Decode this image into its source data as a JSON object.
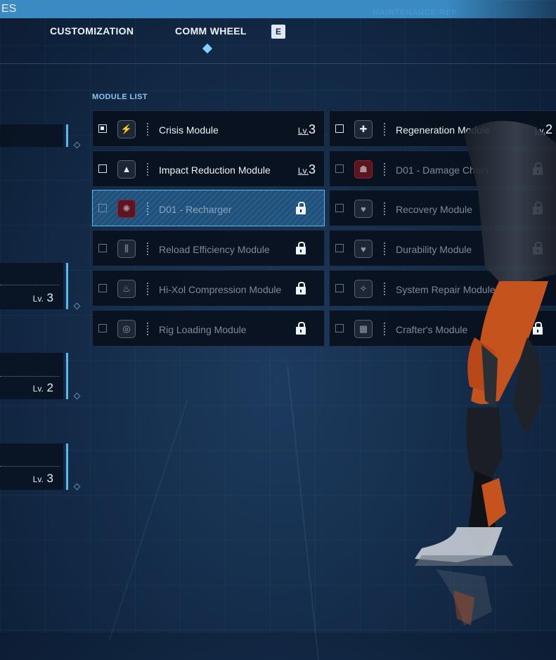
{
  "nav": {
    "active_tab_label": "ES",
    "tabs": [
      {
        "label": "CUSTOMIZATION"
      },
      {
        "label": "COMM WHEEL"
      }
    ],
    "key_hint": "E",
    "watermark": "MAINTENANCE REP"
  },
  "slots": [
    {
      "level_prefix": "Lv.",
      "level": "3"
    },
    {
      "level_prefix": "Lv.",
      "level": "2"
    },
    {
      "level_prefix": "Lv.",
      "level": "3"
    }
  ],
  "module_list": {
    "title": "MODULE LIST",
    "left_column": [
      {
        "name": "Crisis Module",
        "icon": "crisis-icon",
        "checked": true,
        "level_prefix": "Lv.",
        "level": "3",
        "locked": false
      },
      {
        "name": "Impact Reduction Module",
        "icon": "shield-icon",
        "checked": false,
        "level_prefix": "Lv.",
        "level": "3",
        "locked": false
      },
      {
        "name": "D01 - Recharger",
        "icon": "recharger-icon",
        "checked": false,
        "locked": true,
        "selected": true
      },
      {
        "name": "Reload Efficiency Module",
        "icon": "ammo-icon",
        "checked": false,
        "locked": true
      },
      {
        "name": "Hi-Xol Compression Module",
        "icon": "flame-icon",
        "checked": false,
        "locked": true
      },
      {
        "name": "Rig Loading Module",
        "icon": "rig-icon",
        "checked": false,
        "locked": true
      }
    ],
    "right_column": [
      {
        "name": "Regeneration Module",
        "icon": "plus-icon",
        "checked": false,
        "level_prefix": "Lv.",
        "level": "2",
        "locked": false
      },
      {
        "name": "D01 - Damage Chain",
        "icon": "damage-chain-icon",
        "checked": false,
        "locked": true
      },
      {
        "name": "Recovery Module",
        "icon": "heart-icon",
        "checked": false,
        "locked": true
      },
      {
        "name": "Durability Module",
        "icon": "heart-icon",
        "checked": false,
        "locked": true
      },
      {
        "name": "System Repair Module",
        "icon": "repair-icon",
        "checked": false,
        "locked": true
      },
      {
        "name": "Crafter's Module",
        "icon": "crafter-icon",
        "checked": false,
        "locked": true
      }
    ]
  },
  "colors": {
    "accent": "#5fb6e8",
    "background": "#132a47",
    "selected": "#2b6a9a",
    "danger_icon": "#5a1520"
  }
}
